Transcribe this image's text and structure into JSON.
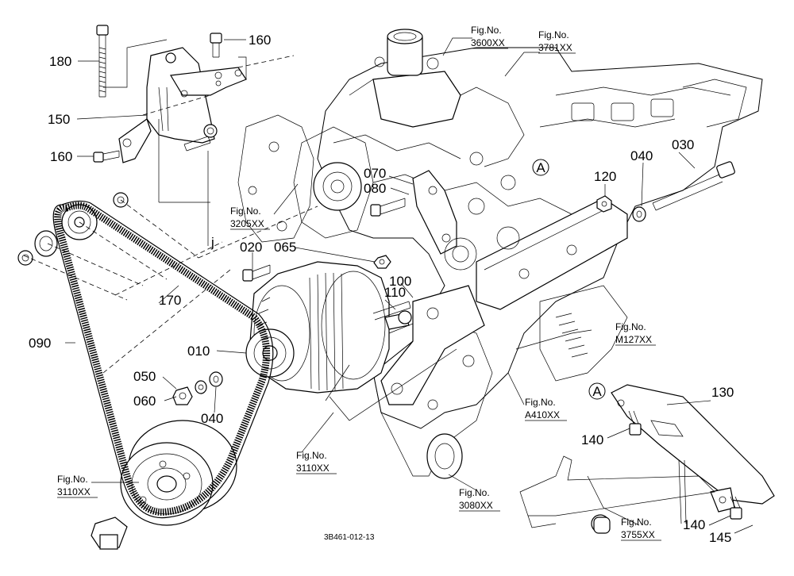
{
  "parts": {
    "p180": "180",
    "p160a": "160",
    "p150": "150",
    "p160b": "160",
    "p070": "070",
    "p080": "080",
    "p120": "120",
    "p040a": "040",
    "p030": "030",
    "p020": "020",
    "p065": "065",
    "p170": "170",
    "p090": "090",
    "p100": "100",
    "p110": "110",
    "p010": "010",
    "p050": "050",
    "p060": "060",
    "p040b": "040",
    "p130": "130",
    "p140a": "140",
    "p140b": "140",
    "p145": "145"
  },
  "figrefs": {
    "f3600": {
      "label": "Fig.No.",
      "code": "3600XX"
    },
    "f3781": {
      "label": "Fig.No.",
      "code": "3781XX"
    },
    "f3205": {
      "label": "Fig.No.",
      "code": "3205XX"
    },
    "fM127": {
      "label": "Fig.No.",
      "code": "M127XX"
    },
    "fA410": {
      "label": "Fig.No.",
      "code": "A410XX"
    },
    "f3110a": {
      "label": "Fig.No.",
      "code": "3110XX"
    },
    "f3110b": {
      "label": "Fig.No.",
      "code": "3110XX"
    },
    "f3080": {
      "label": "Fig.No.",
      "code": "3080XX"
    },
    "f3755": {
      "label": "Fig.No.",
      "code": "3755XX"
    }
  },
  "markers": {
    "a1": "A",
    "a2": "A",
    "j": "j"
  },
  "drawing_code": "3B461-012-13"
}
